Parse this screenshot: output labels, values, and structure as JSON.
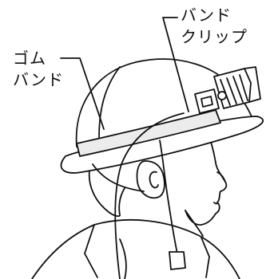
{
  "labels": {
    "band_clip": [
      "バンド",
      "クリップ"
    ],
    "rubber_band": [
      "ゴム",
      "バンド"
    ]
  },
  "colors": {
    "stroke": "#111111",
    "fill": "#ffffff",
    "band_fill": "#ececec"
  }
}
